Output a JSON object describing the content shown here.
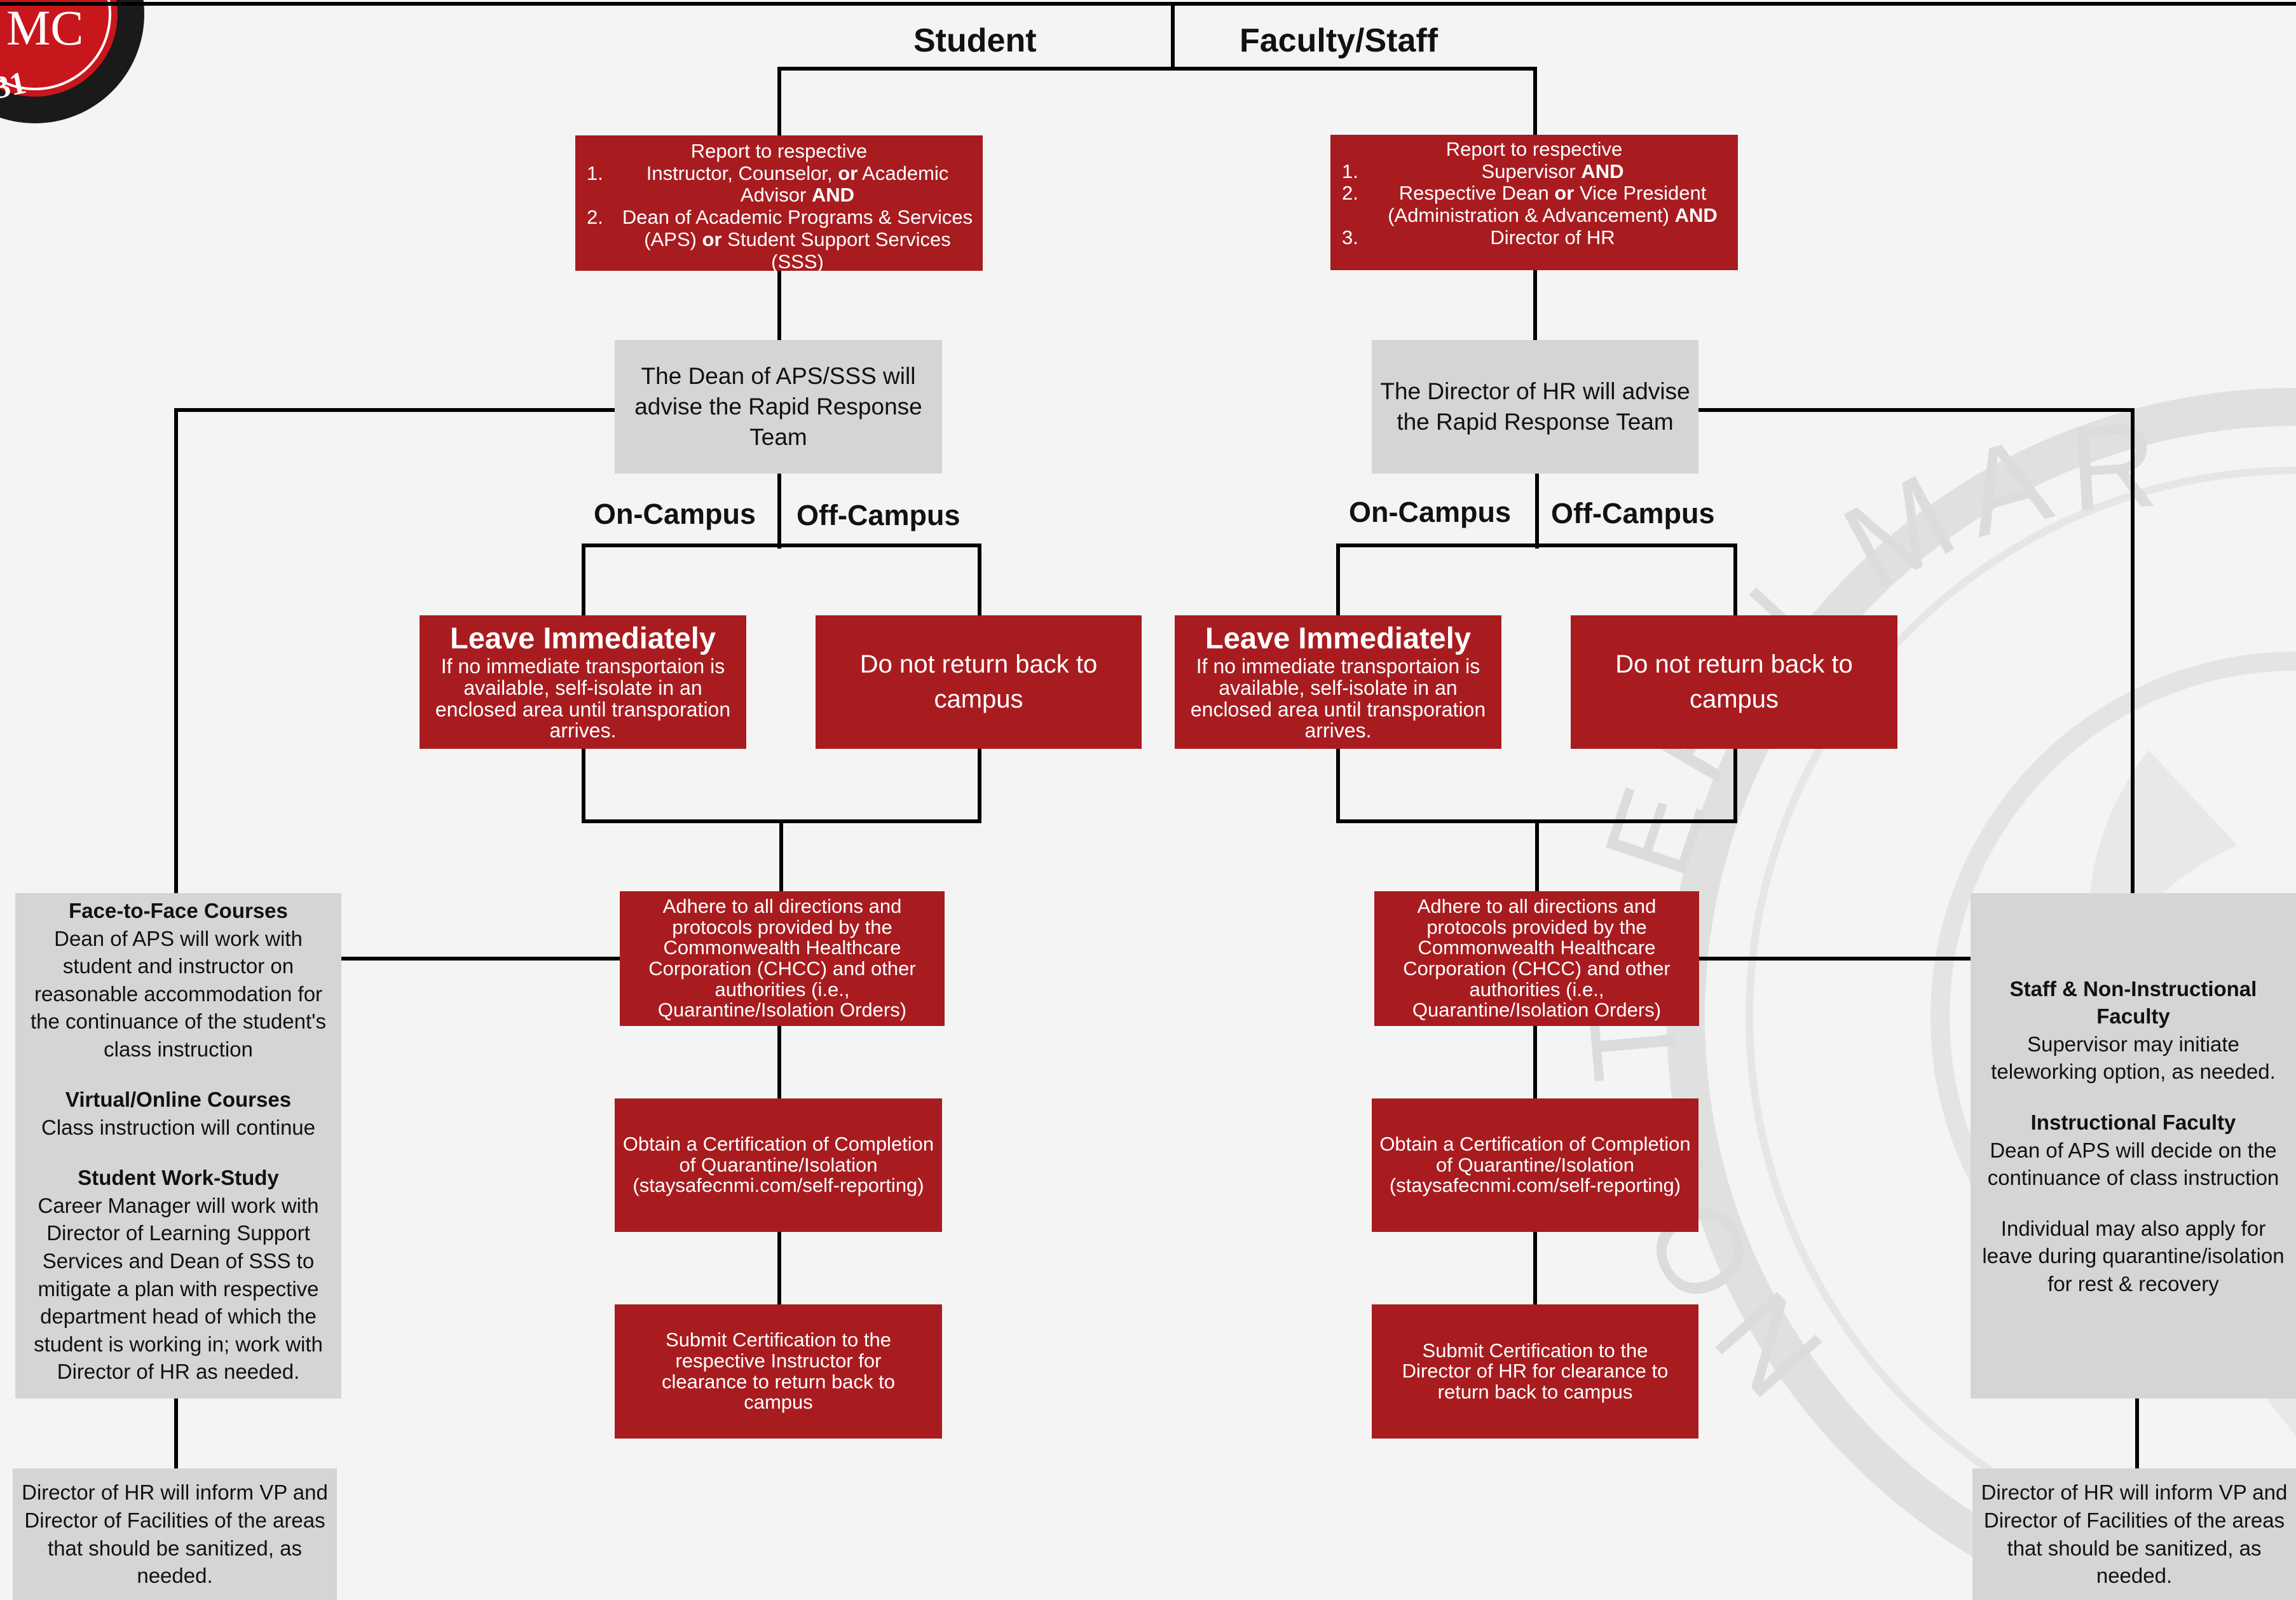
{
  "logo": {
    "text": "MC",
    "year_fragment": "31",
    "ring_color": "#1a1a1a",
    "center_color": "#c8161d"
  },
  "watermark": {
    "text": "NORTHERN MAR",
    "color": "#dcdcdc"
  },
  "colors": {
    "red": "#a81c20",
    "gray": "#d5d5d5",
    "line": "#000000",
    "background": "#f4f4f4"
  },
  "headings": {
    "student": "Student",
    "faculty": "Faculty/Staff"
  },
  "student": {
    "report": {
      "intro": "Report to respective",
      "steps": [
        {
          "num": "1.",
          "parts": [
            "Instructor, Counselor, ",
            "or",
            " Academic Advisor ",
            "AND"
          ]
        },
        {
          "num": "2.",
          "parts": [
            "Dean of Academic Programs & Services (APS) ",
            "or",
            " Student Support Services (SSS)",
            ""
          ]
        }
      ]
    },
    "advise": "The Dean of APS/SSS will advise the Rapid Response Team",
    "on_campus": "On-Campus",
    "off_campus": "Off-Campus",
    "leave": {
      "title": "Leave Immediately",
      "body": "If no immediate transportaion is available, self-isolate in an enclosed area until transporation arrives."
    },
    "no_return": "Do not return back to campus",
    "adhere": "Adhere to all directions and protocols provided by the Commonwealth Healthcare Corporation (CHCC) and other authorities (i.e., Quarantine/Isolation Orders)",
    "obtain": "Obtain a Certification of Completion of Quarantine/Isolation (staysafecnmi.com/self-reporting)",
    "submit": "Submit Certification to the respective Instructor for clearance to return back to campus",
    "side": {
      "sections": [
        {
          "title": "Face-to-Face Courses",
          "body": "Dean of APS will work with student and instructor on reasonable accommodation for the continuance of the student's class instruction"
        },
        {
          "title": "Virtual/Online Courses",
          "body": "Class instruction will continue"
        },
        {
          "title": "Student Work-Study",
          "body": "Career Manager will work with Director of Learning Support Services and Dean of SSS to mitigate a plan with respective department head of which the student is working in; work with Director of HR as needed."
        }
      ]
    },
    "hr_inform": "Director of HR will inform VP and Director of Facilities of the areas that should be sanitized, as needed."
  },
  "faculty": {
    "report": {
      "intro": "Report to respective",
      "steps": [
        {
          "num": "1.",
          "parts": [
            "Supervisor ",
            "",
            "",
            "AND"
          ]
        },
        {
          "num": "2.",
          "parts": [
            "Respective Dean ",
            "or",
            " Vice President (Administration & Advancement) ",
            "AND"
          ]
        },
        {
          "num": "3.",
          "parts": [
            "Director of HR",
            "",
            "",
            ""
          ]
        }
      ]
    },
    "advise": "The Director of HR will advise the Rapid Response Team",
    "on_campus": "On-Campus",
    "off_campus": "Off-Campus",
    "leave": {
      "title": "Leave Immediately",
      "body": "If no immediate transportaion is available, self-isolate in an enclosed area until transporation arrives."
    },
    "no_return": "Do not return back to campus",
    "adhere": "Adhere to all directions and protocols provided by the Commonwealth Healthcare Corporation (CHCC) and other authorities (i.e., Quarantine/Isolation Orders)",
    "obtain": "Obtain a Certification of Completion of Quarantine/Isolation (staysafecnmi.com/self-reporting)",
    "submit": "Submit Certification to the Director of HR for clearance to return back to campus",
    "side": {
      "sections": [
        {
          "title": "Staff & Non-Instructional Faculty",
          "body": "Supervisor may initiate teleworking option, as needed."
        },
        {
          "title": "Instructional Faculty",
          "body": "Dean of APS will decide on the continuance of class instruction"
        },
        {
          "title": "",
          "body": "Individual may also apply for leave during quarantine/isolation for rest & recovery"
        }
      ]
    },
    "hr_inform": "Director of HR will inform VP and Director of Facilities of the areas that should be sanitized, as needed."
  }
}
